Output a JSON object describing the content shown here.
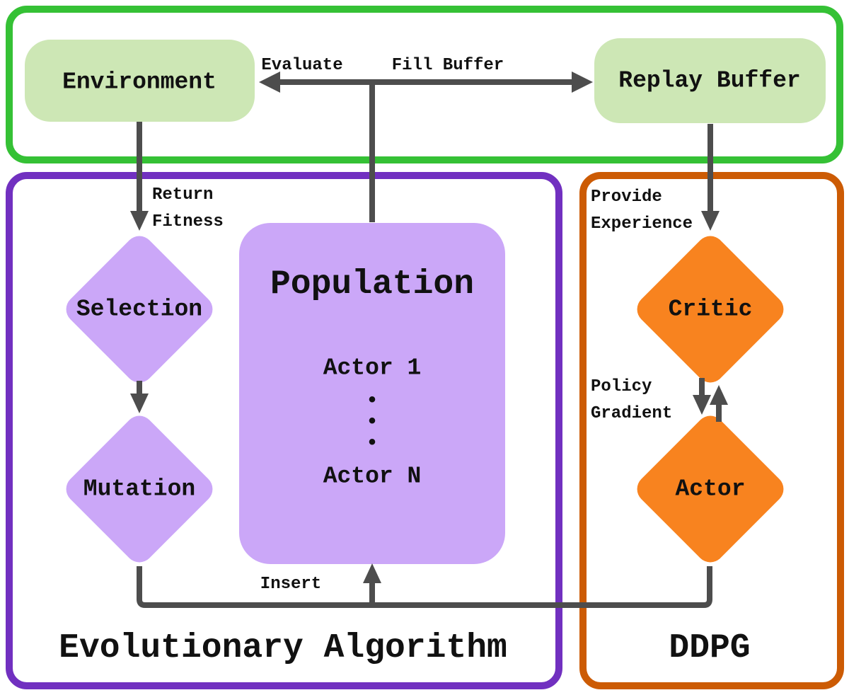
{
  "colors": {
    "top_section_border": "#35c135",
    "ea_section_border": "#7130c0",
    "ddpg_section_border": "#cc5b04",
    "green_node_fill": "#cde7b5",
    "purple_node_fill": "#cba7f8",
    "orange_node_fill": "#f8831f",
    "arrow": "#4d4d4d",
    "text": "#111111"
  },
  "top_section": {
    "environment_label": "Environment",
    "replay_buffer_label": "Replay Buffer",
    "evaluate_label": "Evaluate",
    "fill_buffer_label": "Fill Buffer"
  },
  "ea_section": {
    "title": "Evolutionary Algorithm",
    "return_fitness_line1": "Return",
    "return_fitness_line2": "Fitness",
    "selection_label": "Selection",
    "mutation_label": "Mutation",
    "insert_label": "Insert",
    "population": {
      "title": "Population",
      "actor_first": "Actor 1",
      "dots": "•\n•\n•",
      "actor_last": "Actor N"
    }
  },
  "ddpg_section": {
    "title": "DDPG",
    "provide_experience_line1": "Provide",
    "provide_experience_line2": "Experience",
    "policy_gradient_line1": "Policy",
    "policy_gradient_line2": "Gradient",
    "critic_label": "Critic",
    "actor_label": "Actor"
  }
}
